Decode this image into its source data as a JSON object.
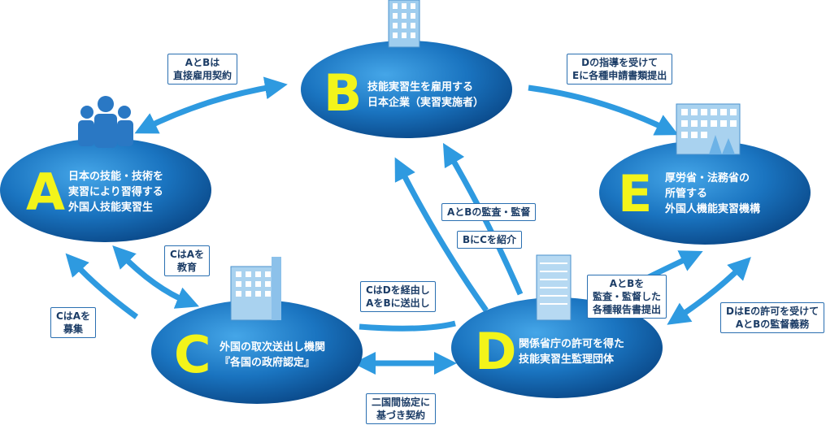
{
  "nodes": {
    "A": {
      "letter": "A",
      "lines": [
        "日本の技能・技術を",
        "実習により習得する",
        "外国人技能実習生"
      ]
    },
    "B": {
      "letter": "B",
      "lines": [
        "技能実習生を雇用する",
        "日本企業（実習実施者）"
      ]
    },
    "C": {
      "letter": "C",
      "lines": [
        "外国の取次送出し機関",
        "『各国の政府認定』"
      ]
    },
    "D": {
      "letter": "D",
      "lines": [
        "関係省庁の許可を得た",
        "技能実習生監理団体"
      ]
    },
    "E": {
      "letter": "E",
      "lines": [
        "厚労省・法務省の",
        "所管する",
        "外国人機能実習機構"
      ]
    }
  },
  "labels": {
    "ab_contract": [
      "AとBは",
      "直接雇用契約"
    ],
    "d_guidance": [
      "Dの指導を受けて",
      "Eに各種申請書類提出"
    ],
    "c_educate": [
      "CはAを",
      "教育"
    ],
    "c_recruit": [
      "CはAを",
      "募集"
    ],
    "d_via": [
      "CはDを経由し",
      "AをBに送出し"
    ],
    "d_audit": [
      "AとBの監査・監督"
    ],
    "d_introduce": [
      "BにCを紹介"
    ],
    "d_report": [
      "AとBを",
      "監査・監督した",
      "各種報告書提出"
    ],
    "e_permit": [
      "DはEの許可を受けて",
      "AとBの監督義務"
    ],
    "cd_agreement": [
      "二国間協定に",
      "基づき契約"
    ]
  },
  "colors": {
    "ellipse_light": "#3d9be0",
    "ellipse_dark": "#0b4f93",
    "arrow": "#2e9ae0",
    "letter": "#f3f41a",
    "label_border": "#2a6fb1"
  }
}
